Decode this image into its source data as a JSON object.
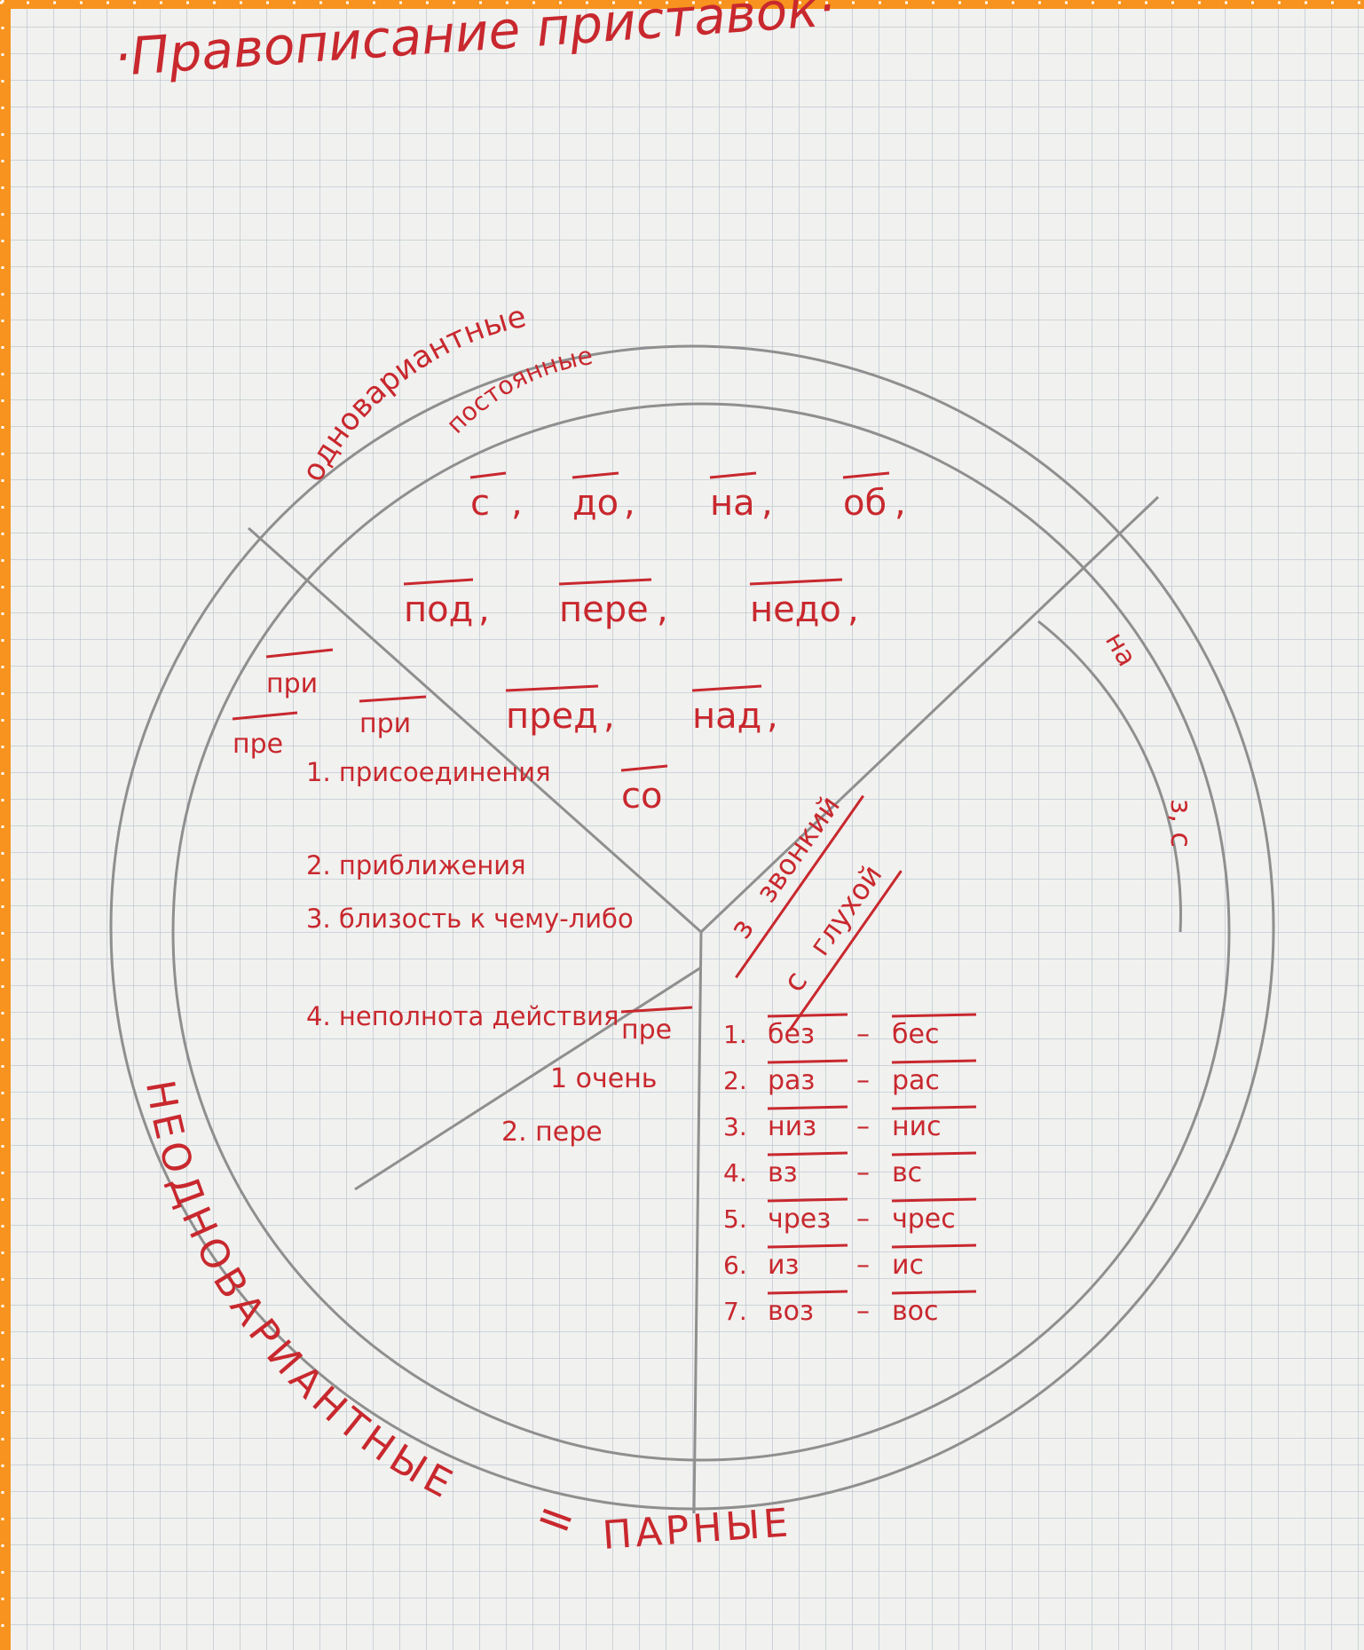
{
  "title": "·Правописание приставок·",
  "top_sector": {
    "arc_line1": "одновариантные",
    "arc_line2": "постоянные",
    "prefixes": [
      "с",
      "до",
      "на",
      "об",
      "под",
      "пере",
      "недо",
      "пред",
      "над",
      "со"
    ]
  },
  "left_sector": {
    "pri_label": "при",
    "pre_label": "пре",
    "pri_box": "при",
    "pri_rules": [
      "1. присоединения",
      "2. приближения",
      "3. близость к чему-либо",
      "4. неполнота действия"
    ],
    "pre_box": "пре",
    "pre_rules": [
      "1 очень",
      "2. пере"
    ]
  },
  "right_sector": {
    "z_marker": "з",
    "z_label": "звонкий",
    "s_marker": "с",
    "s_label": "глухой",
    "pairs": [
      {
        "num": "1.",
        "z": "без",
        "s": "бес"
      },
      {
        "num": "2.",
        "z": "раз",
        "s": "рас"
      },
      {
        "num": "3.",
        "z": "низ",
        "s": "нис"
      },
      {
        "num": "4.",
        "z": "вз",
        "s": "вс"
      },
      {
        "num": "5.",
        "z": "чрез",
        "s": "чрес"
      },
      {
        "num": "6.",
        "z": "из",
        "s": "ис"
      },
      {
        "num": "7.",
        "z": "воз",
        "s": "вос"
      }
    ],
    "side_na": "на",
    "side_zs": "з, с"
  },
  "bottom": {
    "arc_label": "НЕОДНОВАРИАНТНЫЕ",
    "equals": "=",
    "paired": "ПАРНЫЕ"
  },
  "colors": {
    "ink": "#c8282e",
    "pencil": "#8f8f8f",
    "paper": "#f1f1ef",
    "grid": "#b7c1ce",
    "border": "#f7931e"
  }
}
